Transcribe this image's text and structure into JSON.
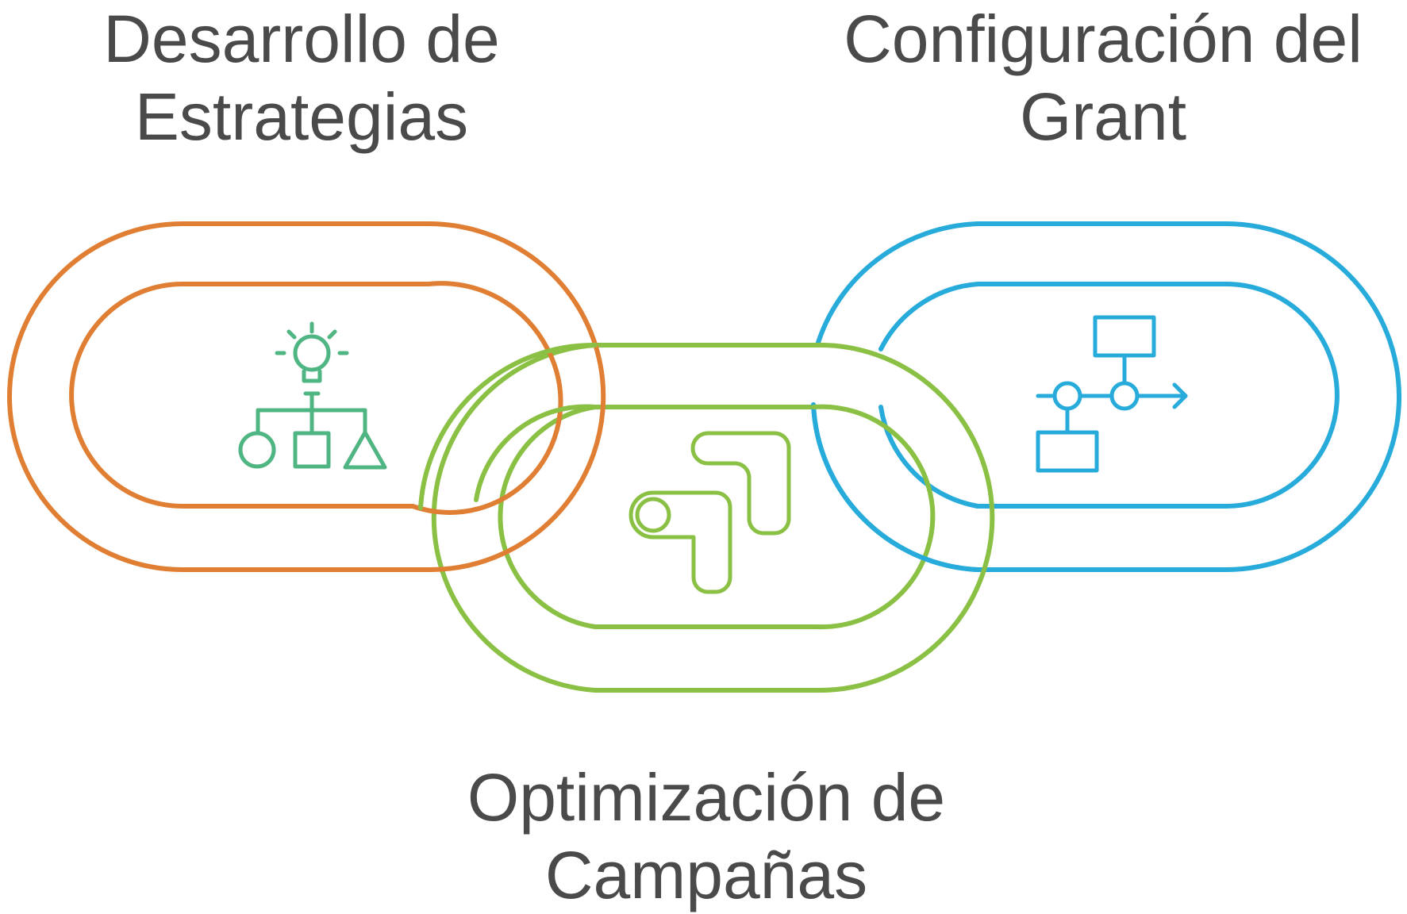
{
  "colors": {
    "orange": "#E07F33",
    "green": "#8AC043",
    "blue": "#27ABDA",
    "strategy_icon": "#4FB582",
    "text": "#4a4a4a"
  },
  "links": [
    {
      "id": "desarrollo",
      "label_lines": [
        "Desarrollo de",
        "Estrategias"
      ],
      "color": "orange",
      "icon": "strategy-icon"
    },
    {
      "id": "optimizacion",
      "label_lines": [
        "Optimización de",
        "Campañas"
      ],
      "color": "green",
      "icon": "google-ads-icon"
    },
    {
      "id": "configuracion",
      "label_lines": [
        "Configuración del",
        "Grant"
      ],
      "color": "blue",
      "icon": "workflow-icon"
    }
  ]
}
